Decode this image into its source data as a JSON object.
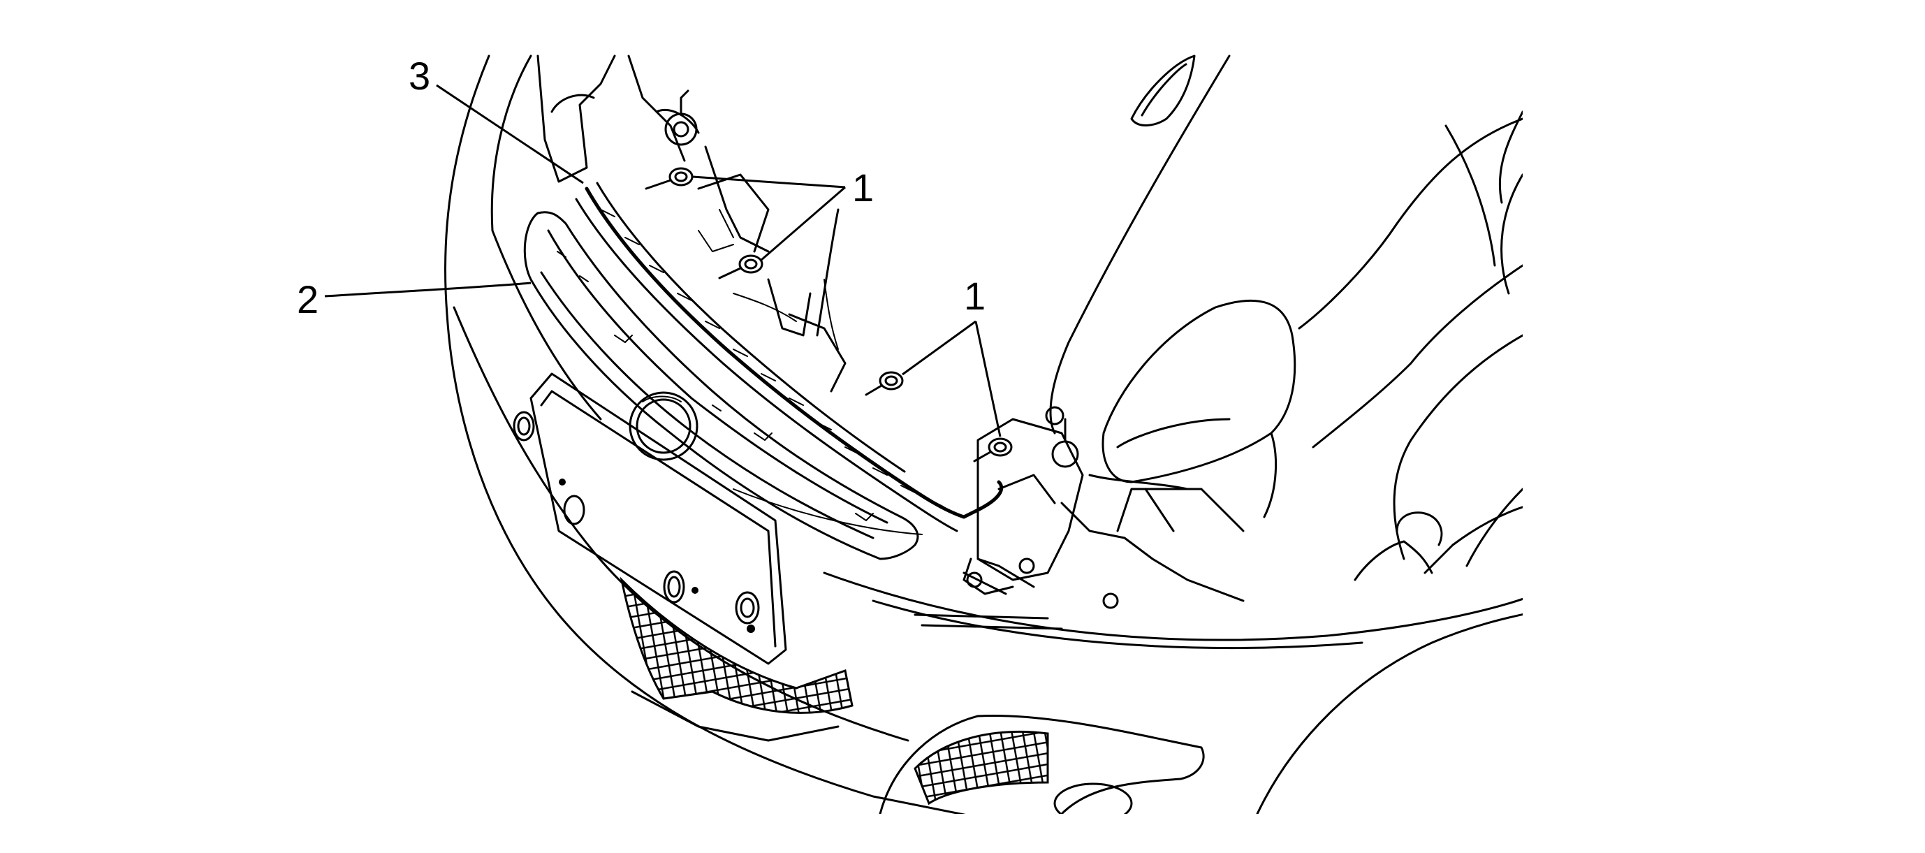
{
  "figure": {
    "callouts": [
      {
        "id": "c3",
        "label": "3"
      },
      {
        "id": "c2",
        "label": "2"
      },
      {
        "id": "c1a",
        "label": "1"
      },
      {
        "id": "c1b",
        "label": "1"
      }
    ]
  }
}
